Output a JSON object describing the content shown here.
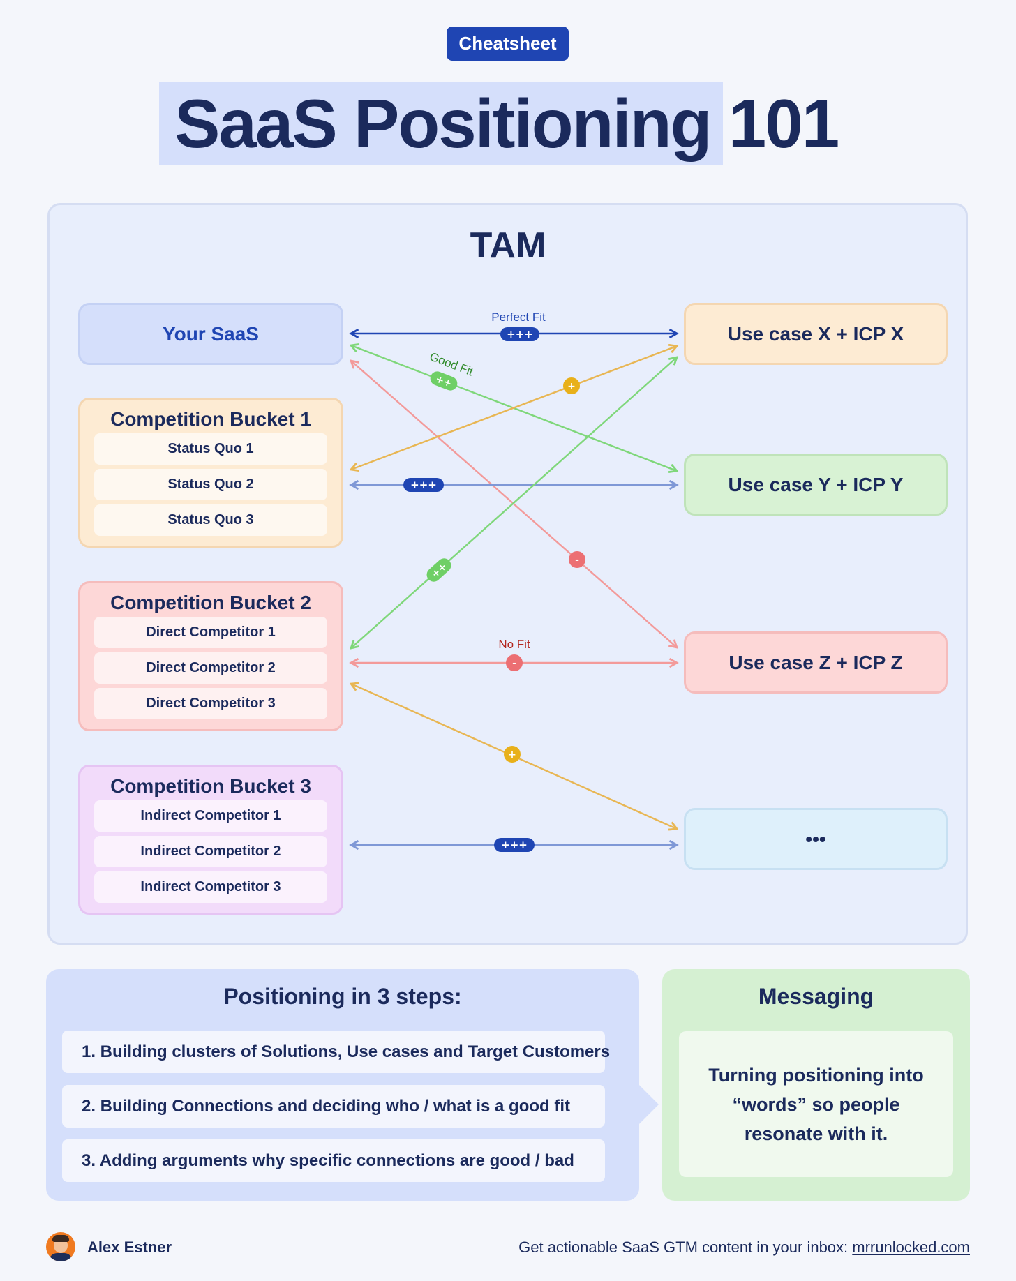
{
  "header": {
    "badge": "Cheatsheet",
    "title": "SaaS Positioning 101"
  },
  "tam": {
    "title": "TAM",
    "your_saas": "Your SaaS",
    "buckets": [
      {
        "title": "Competition Bucket 1",
        "items": [
          "Status Quo 1",
          "Status Quo 2",
          "Status Quo 3"
        ]
      },
      {
        "title": "Competition Bucket 2",
        "items": [
          "Direct Competitor 1",
          "Direct Competitor 2",
          "Direct Competitor 3"
        ]
      },
      {
        "title": "Competition Bucket 3",
        "items": [
          "Indirect Competitor 1",
          "Indirect Competitor 2",
          "Indirect Competitor 3"
        ]
      }
    ],
    "use_cases": [
      "Use case X + ICP X",
      "Use case Y + ICP Y",
      "Use case Z + ICP Z",
      "•••"
    ],
    "connections": [
      {
        "from": "Your SaaS",
        "to": "Use case X + ICP X",
        "fit": "+++",
        "label": "Perfect Fit",
        "color": "#1f45b3"
      },
      {
        "from": "Your SaaS",
        "to": "Use case Y + ICP Y",
        "fit": "++",
        "label": "Good Fit",
        "color": "#7fd77a"
      },
      {
        "from": "Your SaaS",
        "to": "Use case Z + ICP Z",
        "fit": "-",
        "label": "",
        "color": "#f39a9a"
      },
      {
        "from": "Competition Bucket 1",
        "to": "Use case X + ICP X",
        "fit": "+",
        "label": "",
        "color": "#e8b653"
      },
      {
        "from": "Competition Bucket 1",
        "to": "Use case Y + ICP Y",
        "fit": "+++",
        "label": "",
        "color": "#7f98d6"
      },
      {
        "from": "Competition Bucket 2",
        "to": "Use case X + ICP X",
        "fit": "++",
        "label": "",
        "color": "#7fd77a"
      },
      {
        "from": "Competition Bucket 2",
        "to": "Use case Z + ICP Z",
        "fit": "-",
        "label": "No Fit",
        "color": "#f39a9a"
      },
      {
        "from": "Competition Bucket 2",
        "to": "•••",
        "fit": "+",
        "label": "",
        "color": "#e8b653"
      },
      {
        "from": "Competition Bucket 3",
        "to": "•••",
        "fit": "+++",
        "label": "",
        "color": "#7f98d6"
      }
    ]
  },
  "steps": {
    "title": "Positioning in 3 steps:",
    "items": [
      "1. Building clusters of Solutions, Use cases and Target Customers",
      "2. Building Connections and deciding who / what is a good fit",
      "3. Adding arguments why specific connections are good / bad"
    ]
  },
  "messaging": {
    "title": "Messaging",
    "text": "Turning positioning into “words” so people resonate with it."
  },
  "footer": {
    "author": "Alex Estner",
    "cta": "Get actionable SaaS GTM content in your inbox: ",
    "link": "mrrunlocked.com"
  }
}
